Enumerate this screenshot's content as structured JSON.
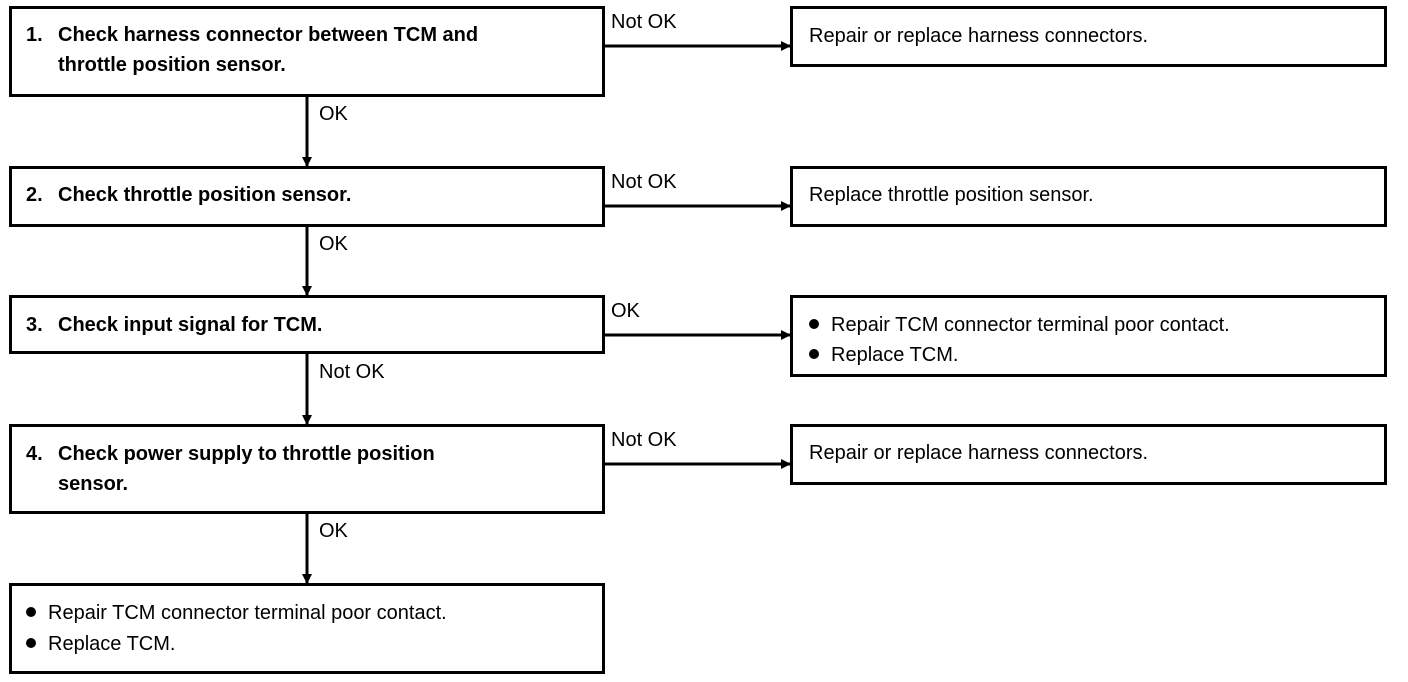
{
  "steps": [
    {
      "number": "1.",
      "lines": [
        "Check harness connector between TCM and",
        "throttle position sensor."
      ]
    },
    {
      "number": "2.",
      "lines": [
        "Check throttle position sensor."
      ]
    },
    {
      "number": "3.",
      "lines": [
        "Check input signal for TCM."
      ]
    },
    {
      "number": "4.",
      "lines": [
        "Check power supply to throttle position",
        "sensor."
      ]
    }
  ],
  "side_actions": [
    {
      "lines": [
        "Repair or replace harness connectors."
      ],
      "bulleted": false
    },
    {
      "lines": [
        "Replace throttle position sensor."
      ],
      "bulleted": false
    },
    {
      "lines": [
        "Repair TCM connector terminal poor contact.",
        "Replace TCM."
      ],
      "bulleted": true
    },
    {
      "lines": [
        "Repair or replace harness connectors."
      ],
      "bulleted": false
    }
  ],
  "final_action": {
    "lines": [
      "Repair TCM connector terminal poor contact.",
      "Replace TCM."
    ],
    "bulleted": true
  },
  "branch_labels": {
    "side": [
      "Not OK",
      "Not OK",
      "OK",
      "Not OK"
    ],
    "down": [
      "OK",
      "OK",
      "Not OK",
      "OK"
    ]
  }
}
